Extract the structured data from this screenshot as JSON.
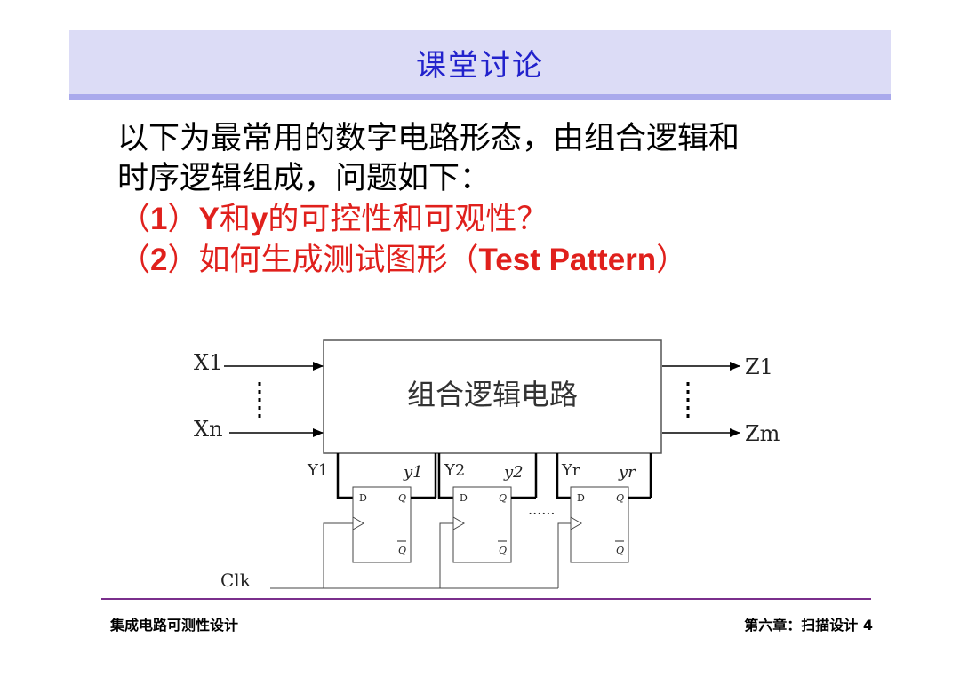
{
  "slide": {
    "title": "课堂讨论",
    "intro_line1": "以下为最常用的数字电路形态，由组合逻辑和",
    "intro_line2": "时序逻辑组成，问题如下：",
    "q1_open": "（",
    "q1_num": "1",
    "q1_close": "）",
    "q1_Y": "Y",
    "q1_and": "和",
    "q1_y": "y",
    "q1_rest": "的可控性和可观性？",
    "q2_open": "（",
    "q2_num": "2",
    "q2_mid": "）如何生成测试图形（",
    "q2_tp": "Test Pattern",
    "q2_close": "）"
  },
  "diagram": {
    "block_label": "组合逻辑电路",
    "in_first": "X1",
    "in_last": "Xn",
    "out_first": "Z1",
    "out_last": "Zm",
    "y1": "Y1",
    "y1_out": "y1",
    "y2": "Y2",
    "y2_out": "y2",
    "yr": "Yr",
    "yr_out": "yr",
    "d": "D",
    "q": "Q",
    "q_bar": "Q",
    "ellipsis": "......",
    "clk": "Clk"
  },
  "footer": {
    "left": "集成电路可测性设计",
    "right": "第六章：扫描设计 4"
  }
}
